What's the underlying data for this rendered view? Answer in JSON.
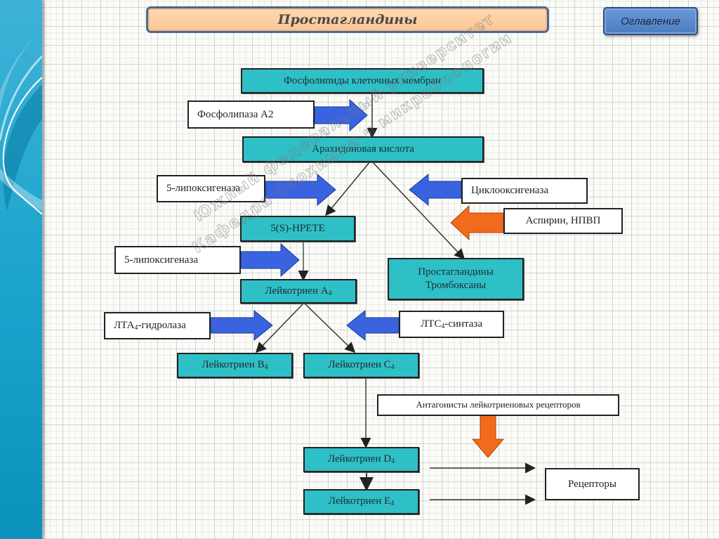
{
  "slide": {
    "title": "Простагландины",
    "toc_button_label": "Оглавление"
  },
  "watermark": {
    "line1": "Южный федеральный университет",
    "line2": "Кафедра биохимии и микробиологии"
  },
  "colors": {
    "node_fill": "#2fbfc6",
    "enzyme_arrow": "#3a63e0",
    "inhibitor_arrow": "#f26a1b",
    "title_fill": "#fcc594",
    "toc_fill": "#5a88cb",
    "sidebar": "#1aa3cc"
  },
  "nodes": {
    "phospholipids": "Фосфолипиды клеточных мембран",
    "arachidonic": "Арахидоновая кислота",
    "hpete": "5(S)-HPETE",
    "lta4": {
      "base": "Лейкотриен A",
      "sub": "4"
    },
    "ltb4": {
      "base": "Лейкотриен B",
      "sub": "4"
    },
    "ltc4": {
      "base": "Лейкотриен C",
      "sub": "4"
    },
    "ltd4": {
      "base": "Лейкотриен D",
      "sub": "4"
    },
    "lte4": {
      "base": "Лейкотриен E",
      "sub": "4"
    },
    "prostaglandins_line1": "Простагландины",
    "prostaglandins_line2": "Тромбоксаны",
    "receptors": "Рецепторы"
  },
  "enzymes": {
    "pla2": "Фосфолипаза А2",
    "lox1": "5-липоксигеназа",
    "lox2": "5-липоксигеназа",
    "cox": "Циклооксигеназа",
    "aspirin": "Аспирин, НПВП",
    "lta4_hydrolase": {
      "pre": "ЛТА",
      "sub": "4",
      "post": "-гидролаза"
    },
    "ltc4_synthase": {
      "pre": "ЛТС",
      "sub": "4",
      "post": "-синтаза"
    },
    "antagonists": "Антагонисты лейкотриеновых рецепторов"
  }
}
